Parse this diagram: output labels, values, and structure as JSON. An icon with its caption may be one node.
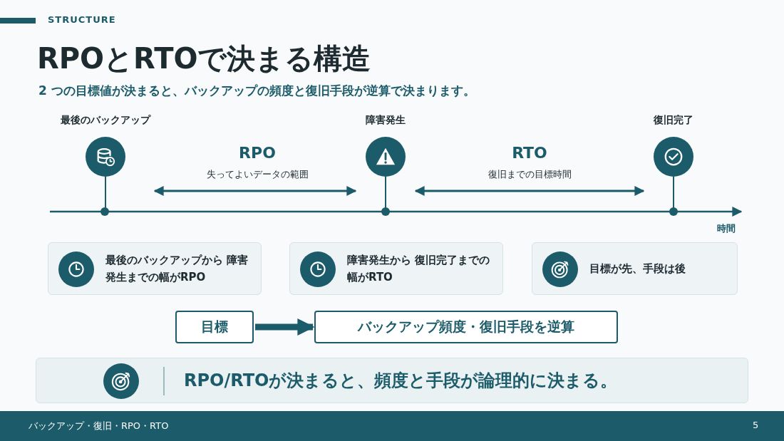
{
  "diagram": {
    "title": "RPOとRTOで決まる構造",
    "nodes": [
      {
        "text": [
          "最後のバックアップ"
        ]
      },
      {
        "text": [
          "障害発生"
        ]
      },
      {
        "text": [
          "復旧完了"
        ]
      },
      {
        "text": [
          "最後のバックアップから 障害発生までの幅がRPO"
        ]
      },
      {
        "text": [
          "障害発生から 復旧完了までの幅がRTO"
        ]
      },
      {
        "text": [
          "目標が先、手段は後"
        ]
      },
      {
        "text": [
          "目標"
        ]
      },
      {
        "text": [
          "バックアップ頻度・復旧手段を逆算"
        ]
      },
      {
        "text": [
          "RPO/RTOが決まると、頻度と手段が論理的に決まる。"
        ]
      }
    ],
    "edges": [
      {
        "from": 0,
        "to": 1,
        "arrow": "both",
        "label": "RPO"
      },
      {
        "from": 1,
        "to": 2,
        "arrow": "both",
        "label": "RTO"
      },
      {
        "from": 6,
        "to": 7,
        "arrow": "to",
        "style": "thick"
      }
    ],
    "labels": [
      "STRUCTURE",
      "2 つの目標値が決まると、バックアップの頻度と復旧手段が逆算で決まります。",
      "失ってよいデータの範囲",
      "復旧までの目標時間",
      "時間",
      "バックアップ・復旧・RPO・RTO",
      "5"
    ]
  }
}
